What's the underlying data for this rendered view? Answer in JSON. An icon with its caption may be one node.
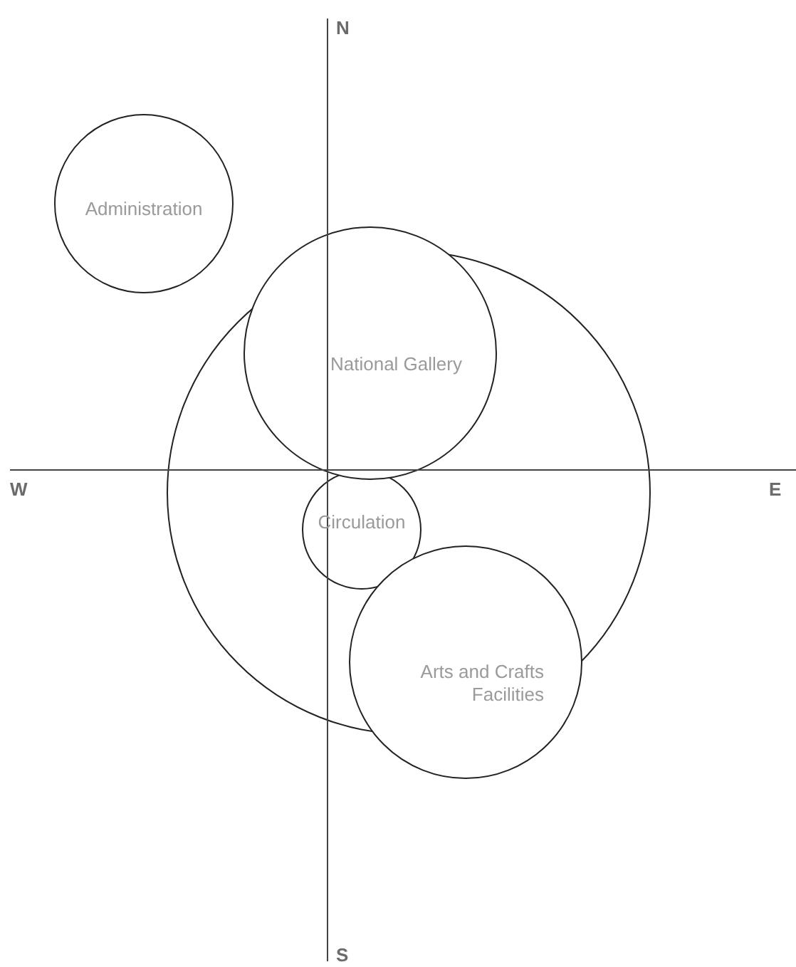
{
  "diagram": {
    "nodes": [
      {
        "text": [
          "Administration"
        ]
      },
      {
        "text": [],
        "shape": "circle"
      },
      {
        "text": [
          "National Gallery"
        ]
      },
      {
        "text": [
          "Circulation"
        ],
        "in": 1
      },
      {
        "text": [
          "Arts and Crafts Facilities"
        ]
      }
    ],
    "labels": [
      "N",
      "W",
      "E",
      "S"
    ]
  }
}
